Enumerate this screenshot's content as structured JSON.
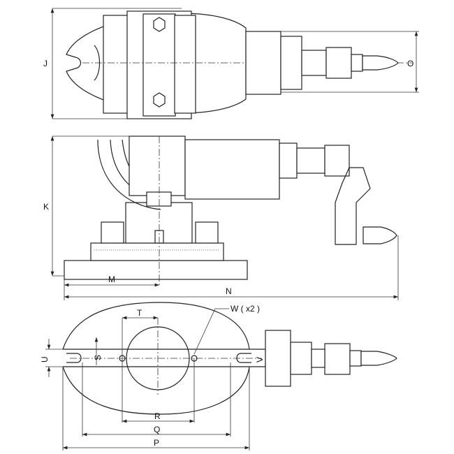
{
  "drawing": {
    "title": "Tilting machine vise dimension drawing",
    "dimension_labels": {
      "J": "J",
      "O": "O",
      "K": "K",
      "M": "M",
      "N": "N",
      "W": "W ( x2 )",
      "T": "T",
      "S": "S",
      "U": "U",
      "V": "V",
      "R": "R",
      "Q": "Q",
      "P": "P"
    },
    "colors": {
      "line": "#222222",
      "background": "#ffffff"
    }
  }
}
